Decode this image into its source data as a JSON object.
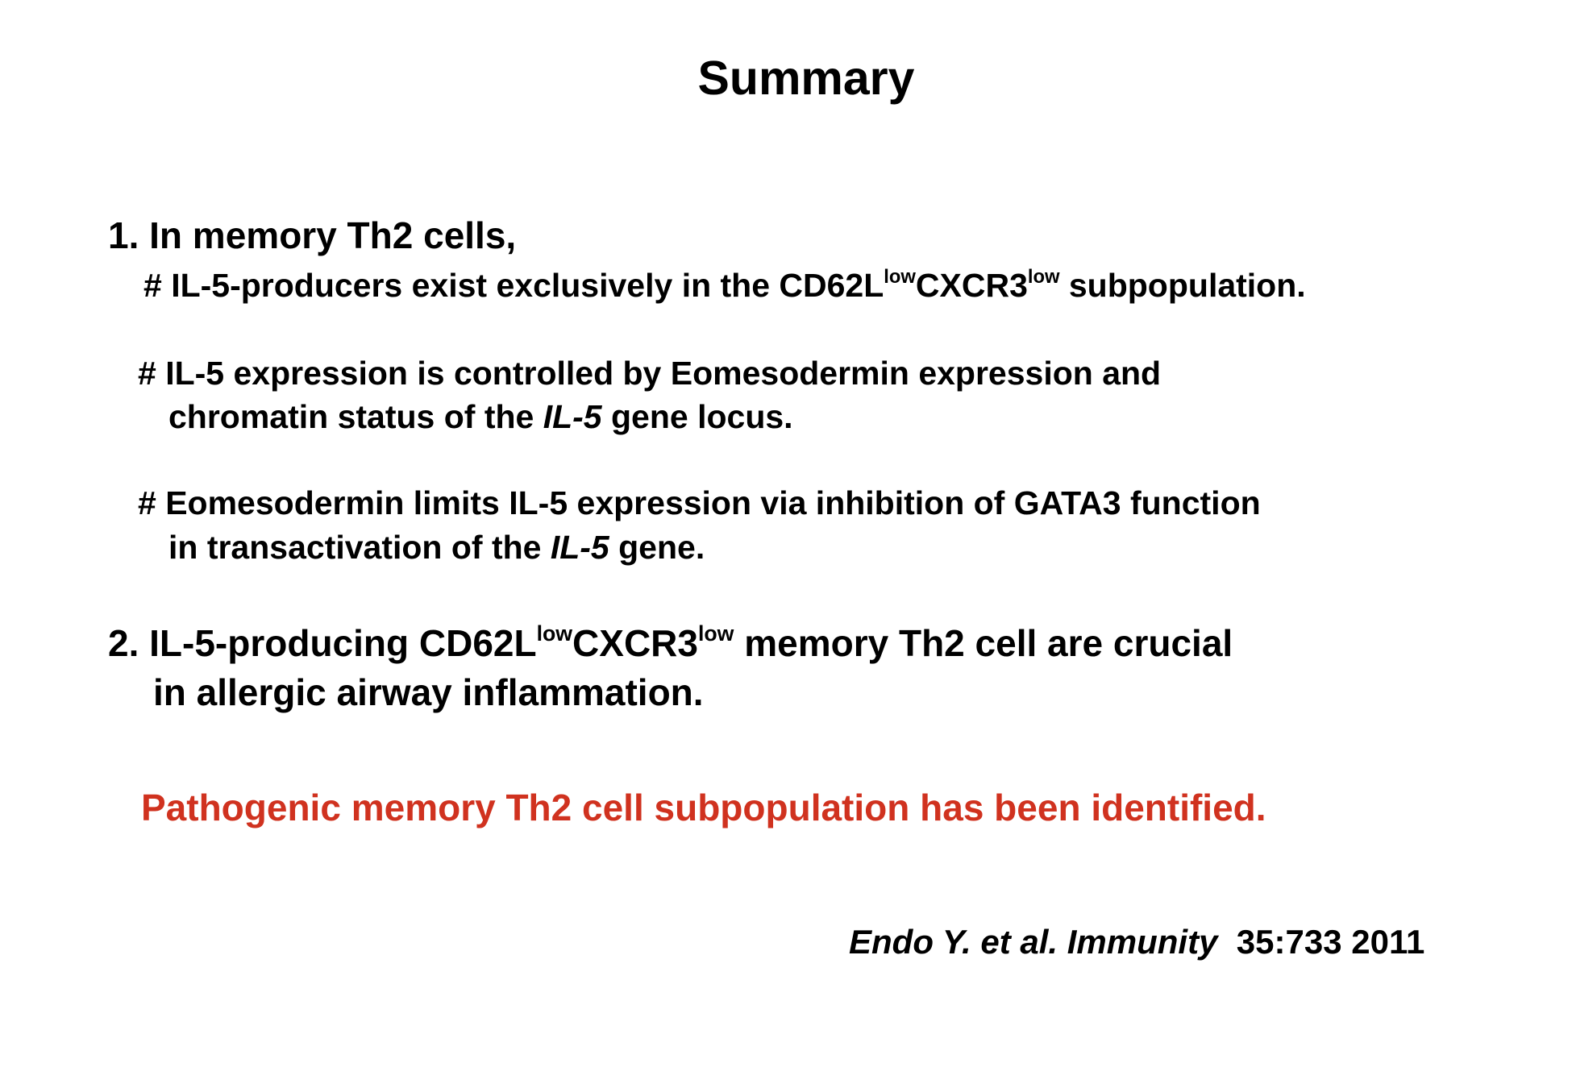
{
  "colors": {
    "background": "#ffffff",
    "text": "#000000",
    "highlight": "#d0321f"
  },
  "title": "Summary",
  "point1": {
    "lead": "1. In memory Th2 cells,",
    "bullet1": {
      "pre": "# IL-5-producers exist exclusively in the CD62L",
      "sup1": "low",
      "mid": "CXCR3",
      "sup2": "low",
      "post": " subpopulation."
    },
    "bullet2": {
      "line1": "# IL-5 expression is controlled by Eomesodermin expression and",
      "line2_pre": "chromatin status of the ",
      "line2_italic": "IL-5",
      "line2_post": " gene locus."
    },
    "bullet3": {
      "line1": "# Eomesodermin limits IL-5 expression via inhibition of GATA3 function",
      "line2_pre": "in transactivation of the ",
      "line2_italic": "IL-5",
      "line2_post": " gene."
    }
  },
  "point2": {
    "line1_pre": "2. IL-5-producing CD62L",
    "sup1": "low",
    "line1_mid": "CXCR3",
    "sup2": "low",
    "line1_post": " memory Th2 cell are crucial",
    "line2": "in allergic airway inflammation."
  },
  "conclusion": "Pathogenic memory Th2 cell subpopulation has been identified.",
  "citation": {
    "italic": "Endo Y. et al. Immunity",
    "details": "35:733 2011"
  }
}
